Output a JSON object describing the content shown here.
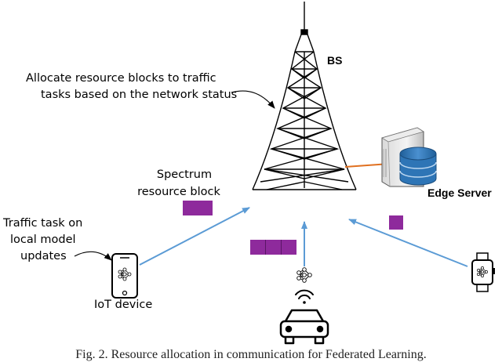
{
  "labels": {
    "bs": "BS",
    "allocate_line1": "Allocate resource blocks to traffic",
    "allocate_line2": "tasks based on the network status",
    "spectrum_line1": "Spectrum",
    "spectrum_line2": "resource block",
    "edge_server": "Edge Server",
    "traffic_line1": "Traffic task on",
    "traffic_line2": "local model",
    "traffic_line3": "updates",
    "iot_device": "IoT device"
  },
  "caption": "Fig. 2. Resource allocation in communication for Federated Learning.",
  "colors": {
    "resource_block": "#8e2a9c",
    "uplink_arrow": "#5b9bd5",
    "tower": "#000000",
    "link_cable": "#e07020",
    "database": "#2e75b6"
  },
  "icons": [
    "tower-icon",
    "server-icon",
    "database-icon",
    "smartphone-icon",
    "car-icon",
    "smartwatch-icon",
    "neural-net-icon",
    "wifi-icon"
  ]
}
